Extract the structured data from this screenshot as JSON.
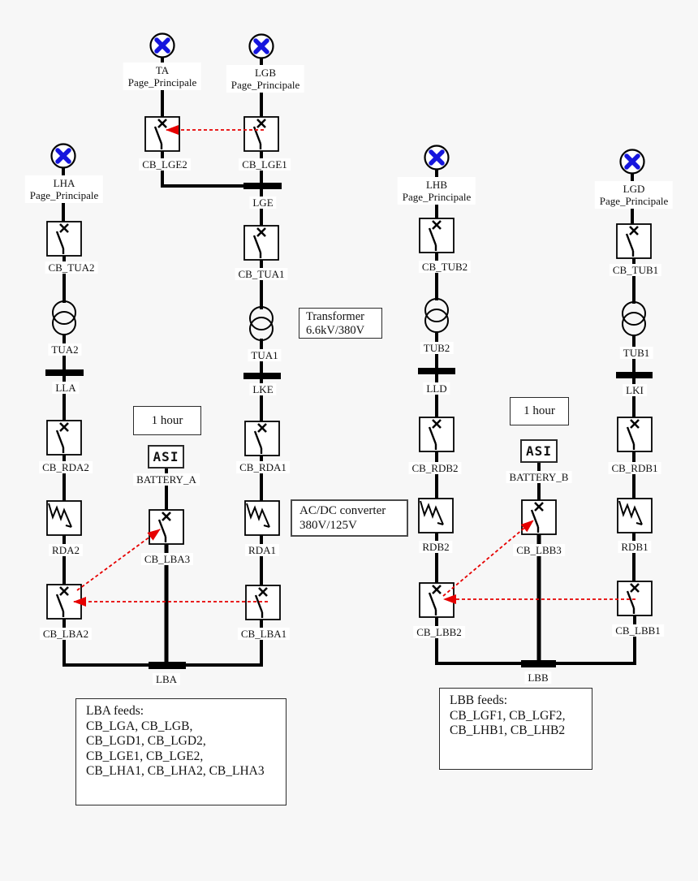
{
  "sources": {
    "ta": {
      "name": "TA",
      "page": "Page_Principale"
    },
    "lgb": {
      "name": "LGB",
      "page": "Page_Principale"
    },
    "lha": {
      "name": "LHA",
      "page": "Page_Principale"
    },
    "lhb": {
      "name": "LHB",
      "page": "Page_Principale"
    },
    "lgd": {
      "name": "LGD",
      "page": "Page_Principale"
    }
  },
  "breakers": {
    "cb_lge2": "CB_LGE2",
    "cb_lge1": "CB_LGE1",
    "cb_tua2": "CB_TUA2",
    "cb_tua1": "CB_TUA1",
    "cb_tub2": "CB_TUB2",
    "cb_tub1": "CB_TUB1",
    "cb_rda2": "CB_RDA2",
    "cb_rda1": "CB_RDA1",
    "cb_rdb2": "CB_RDB2",
    "cb_rdb1": "CB_RDB1",
    "cb_lba3": "CB_LBA3",
    "cb_lba2": "CB_LBA2",
    "cb_lba1": "CB_LBA1",
    "cb_lbb3": "CB_LBB3",
    "cb_lbb2": "CB_LBB2",
    "cb_lbb1": "CB_LBB1"
  },
  "buses": {
    "lge": "LGE",
    "lla": "LLA",
    "lke": "LKE",
    "lld": "LLD",
    "lki": "LKI",
    "lba": "LBA",
    "lbb": "LBB"
  },
  "transformers": {
    "tua2": "TUA2",
    "tua1": "TUA1",
    "tub2": "TUB2",
    "tub1": "TUB1"
  },
  "converters": {
    "rda2": "RDA2",
    "rda1": "RDA1",
    "rdb2": "RDB2",
    "rdb1": "RDB1"
  },
  "batteries": {
    "a": {
      "name": "BATTERY_A",
      "device": "ASI",
      "duration": "1 hour"
    },
    "b": {
      "name": "BATTERY_B",
      "device": "ASI",
      "duration": "1 hour"
    }
  },
  "notes": {
    "transformer": {
      "line1": "Transformer",
      "line2": "6.6kV/380V"
    },
    "converter": {
      "line1": "AC/DC converter",
      "line2": "380V/125V"
    },
    "lba_feeds": {
      "title": "LBA feeds:",
      "line1": "CB_LGA, CB_LGB,",
      "line2": "CB_LGD1, CB_LGD2,",
      "line3": "CB_LGE1, CB_LGE2,",
      "line4": "CB_LHA1, CB_LHA2, CB_LHA3"
    },
    "lbb_feeds": {
      "title": "LBB feeds:",
      "line1": "CB_LGF1, CB_LGF2,",
      "line2": "CB_LHB1, CB_LHB2"
    }
  },
  "colors": {
    "line": "#000000",
    "interlock_arrow": "#e60000",
    "source_cross": "#1616dd",
    "label_bg": "#ffffff",
    "background": "#f7f7f7"
  }
}
